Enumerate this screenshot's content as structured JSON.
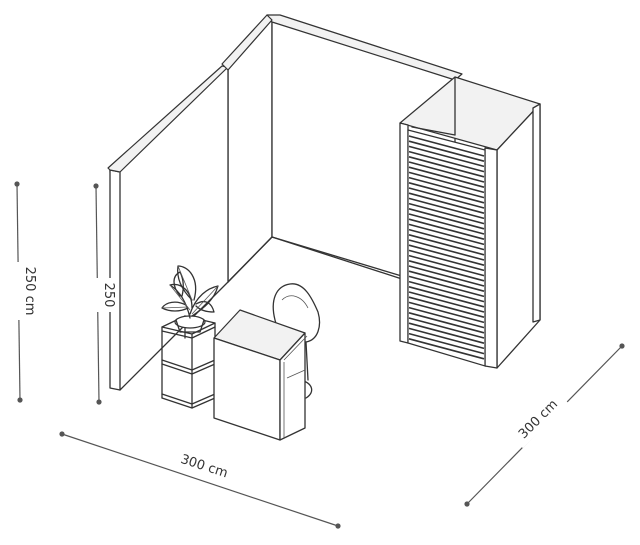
{
  "dimensions": {
    "height_outer": "250 cm",
    "height_inner": "250",
    "width_front": "300 cm",
    "depth_side": "300 cm"
  },
  "colors": {
    "line": "#333333",
    "dim": "#555555",
    "wall_top": "#f2f2f2",
    "background": "#ffffff"
  }
}
